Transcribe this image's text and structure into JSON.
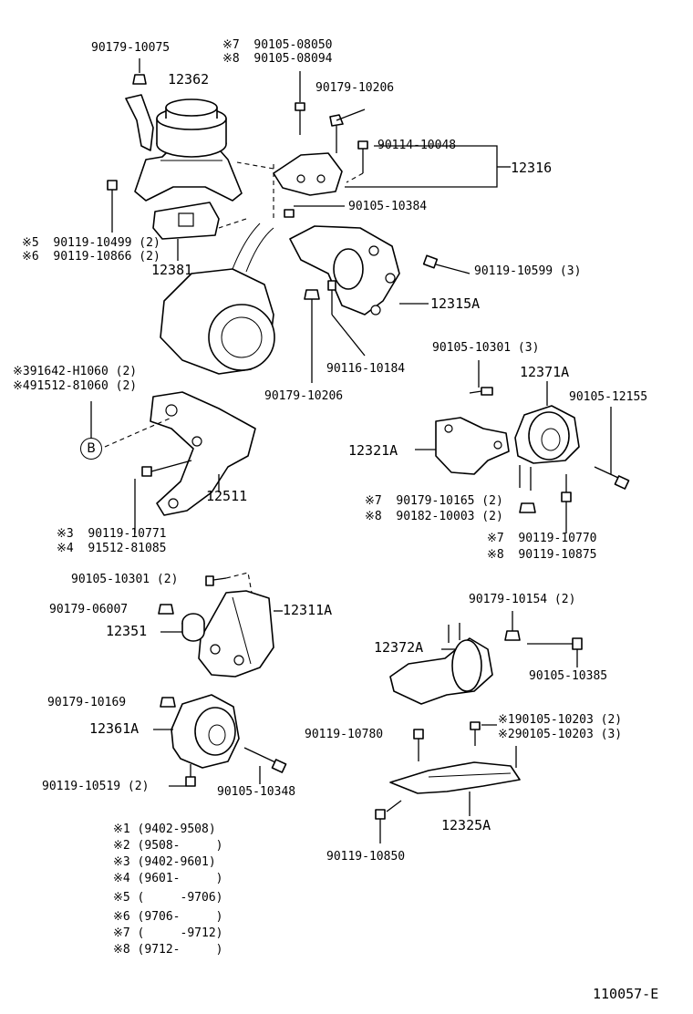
{
  "labels": [
    {
      "id": "l01",
      "text": "90179-10075"
    },
    {
      "id": "l02",
      "text": "※7  90105-08050"
    },
    {
      "id": "l03",
      "text": "※8  90105-08094"
    },
    {
      "id": "l04",
      "text": "12362"
    },
    {
      "id": "l05",
      "text": "90179-10206"
    },
    {
      "id": "l06",
      "text": "90114-10048"
    },
    {
      "id": "l07",
      "text": "12316"
    },
    {
      "id": "l08",
      "text": "90105-10384"
    },
    {
      "id": "l09",
      "text": "※5  90119-10499 (2)"
    },
    {
      "id": "l10",
      "text": "※6  90119-10866 (2)"
    },
    {
      "id": "l11",
      "text": "12381"
    },
    {
      "id": "l12",
      "text": "90119-10599 (3)"
    },
    {
      "id": "l13",
      "text": "12315A"
    },
    {
      "id": "l14",
      "text": "90116-10184"
    },
    {
      "id": "l15",
      "text": "90179-10206"
    },
    {
      "id": "l16",
      "text": "※391642-H1060 (2)"
    },
    {
      "id": "l17",
      "text": "※491512-81060 (2)"
    },
    {
      "id": "l18",
      "text": "90105-10301 (3)"
    },
    {
      "id": "l19",
      "text": "12371A"
    },
    {
      "id": "l20",
      "text": "90105-12155"
    },
    {
      "id": "l21",
      "text": "12321A"
    },
    {
      "id": "l22",
      "text": "12511"
    },
    {
      "id": "l23",
      "text": "※7  90179-10165 (2)"
    },
    {
      "id": "l24",
      "text": "※8  90182-10003 (2)"
    },
    {
      "id": "l25",
      "text": "※3  90119-10771"
    },
    {
      "id": "l26",
      "text": "※4  91512-81085"
    },
    {
      "id": "l27",
      "text": "※7  90119-10770"
    },
    {
      "id": "l28",
      "text": "※8  90119-10875"
    },
    {
      "id": "l29",
      "text": "90105-10301 (2)"
    },
    {
      "id": "l30",
      "text": "12311A"
    },
    {
      "id": "l31",
      "text": "90179-06007"
    },
    {
      "id": "l32",
      "text": "12351"
    },
    {
      "id": "l33",
      "text": "90179-10154 (2)"
    },
    {
      "id": "l34",
      "text": "12372A"
    },
    {
      "id": "l35",
      "text": "90105-10385"
    },
    {
      "id": "l36",
      "text": "90179-10169"
    },
    {
      "id": "l37",
      "text": "12361A"
    },
    {
      "id": "l38",
      "text": "※190105-10203 (2)"
    },
    {
      "id": "l39",
      "text": "※290105-10203 (3)"
    },
    {
      "id": "l40",
      "text": "90119-10780"
    },
    {
      "id": "l41",
      "text": "90119-10519 (2)"
    },
    {
      "id": "l42",
      "text": "90105-10348"
    },
    {
      "id": "l43",
      "text": "12325A"
    },
    {
      "id": "l44",
      "text": "90119-10850"
    }
  ],
  "callout": "B",
  "legend": [
    "※1 (9402-9508)",
    "※2 (9508-     )",
    "※3 (9402-9601)",
    "※4 (9601-     )",
    "※5 (     -9706)",
    "※6 (9706-     )",
    "※7 (     -9712)",
    "※8 (9712-     )"
  ],
  "figure_id": "110057-E"
}
